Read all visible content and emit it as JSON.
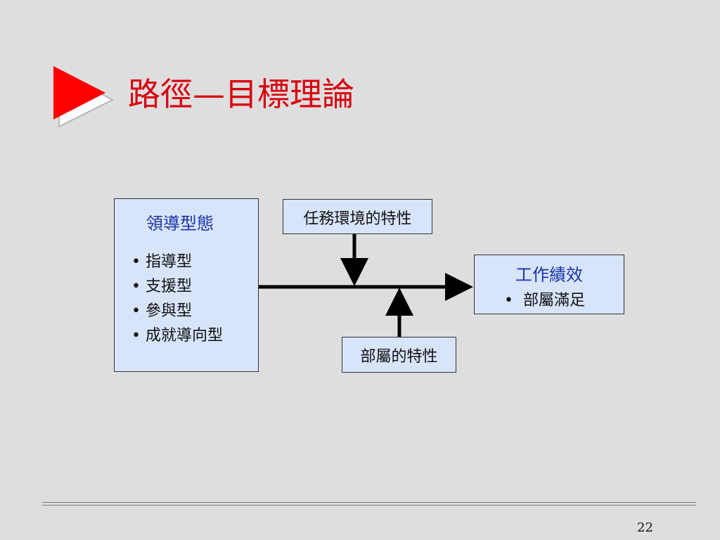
{
  "slide": {
    "title": "路徑—目標理論",
    "page_number": "22"
  },
  "diagram": {
    "leadership_style": {
      "title": "領導型態",
      "items": [
        "指導型",
        "支援型",
        "參與型",
        "成就導向型"
      ]
    },
    "task_environment": {
      "label": "任務環境的特性"
    },
    "subordinate_traits": {
      "label": "部屬的特性"
    },
    "work_performance": {
      "title": "工作績效",
      "items": [
        "部屬滿足"
      ]
    }
  },
  "colors": {
    "background": "#dedede",
    "title": "#d8000f",
    "box_fill": "#d7e4fa",
    "heading_text": "#1a34a8",
    "arrow": "#000000",
    "marker": "#ff0000"
  },
  "icons": {
    "title_marker": "play-triangle-icon",
    "flow_arrows": "arrow-icon"
  }
}
